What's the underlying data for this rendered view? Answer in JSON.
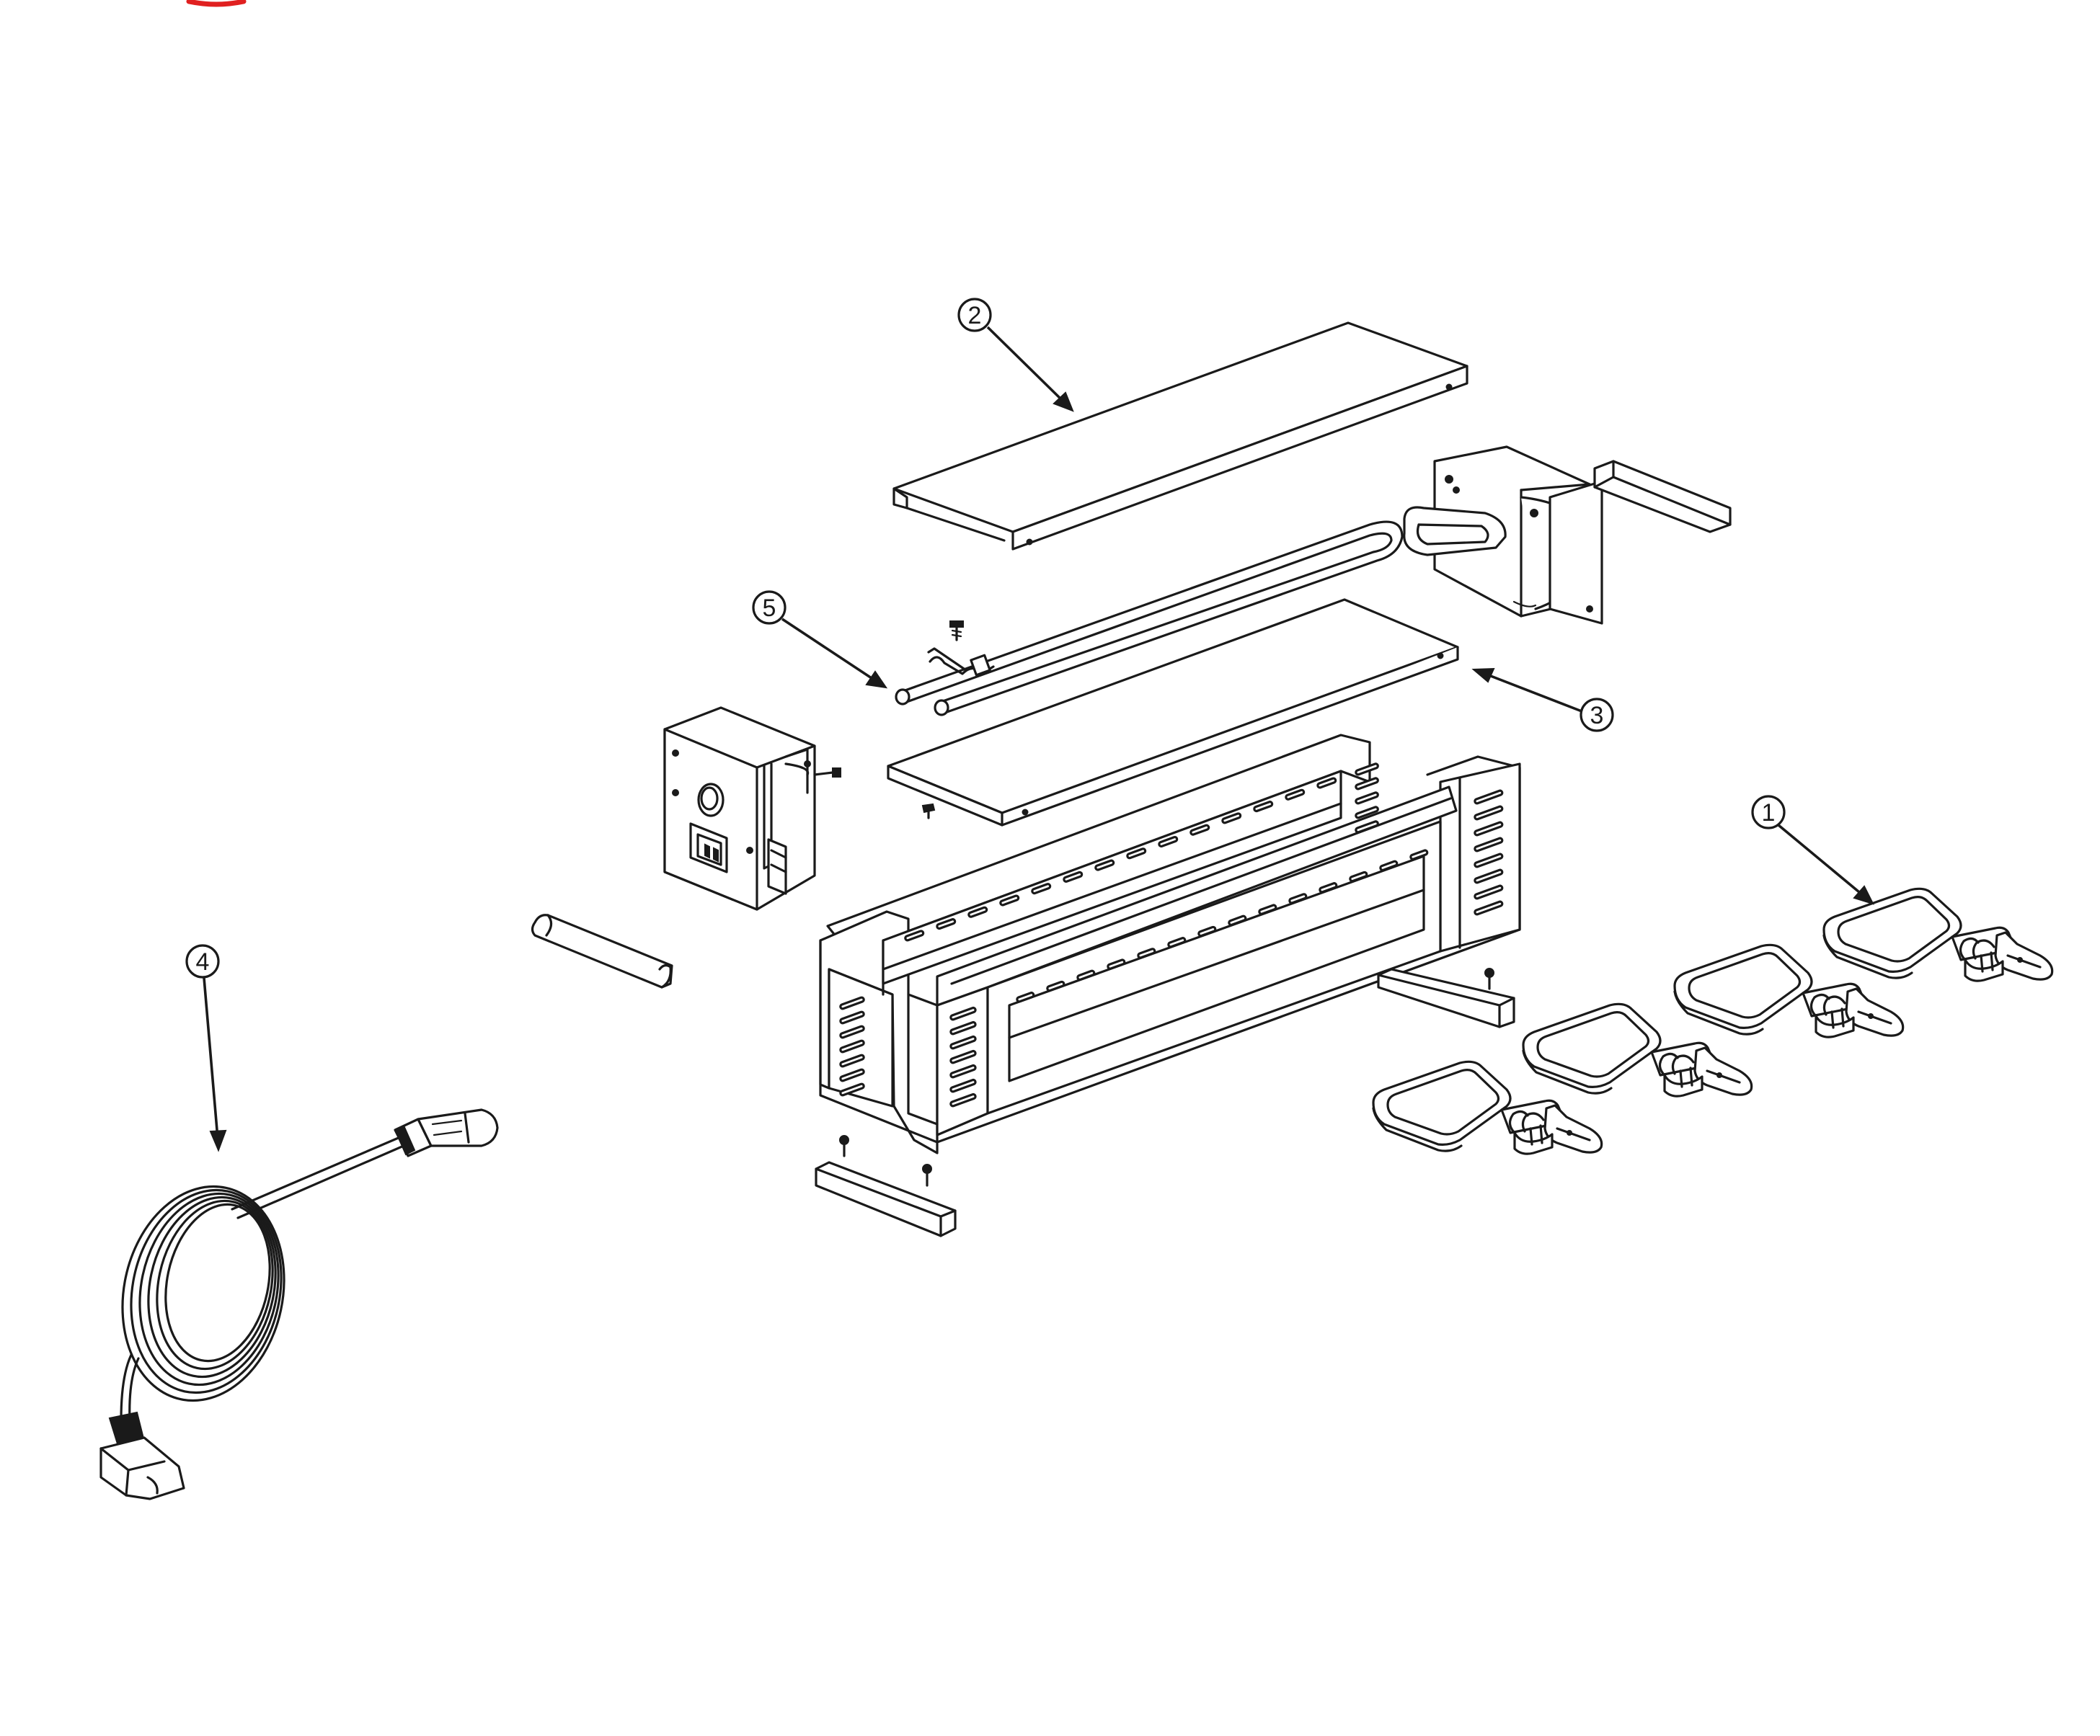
{
  "diagram": {
    "callouts": [
      {
        "id": "c1",
        "number": "1",
        "label": "raclette-pans"
      },
      {
        "id": "c2",
        "number": "2",
        "label": "top-cover"
      },
      {
        "id": "c3",
        "number": "3",
        "label": "reflector-plate"
      },
      {
        "id": "c4",
        "number": "4",
        "label": "power-cord"
      },
      {
        "id": "c5",
        "number": "5",
        "label": "heating-element"
      }
    ]
  },
  "colors": {
    "line": "#1a1a1a",
    "background": "#ffffff",
    "corner_mark": "#e02020"
  }
}
